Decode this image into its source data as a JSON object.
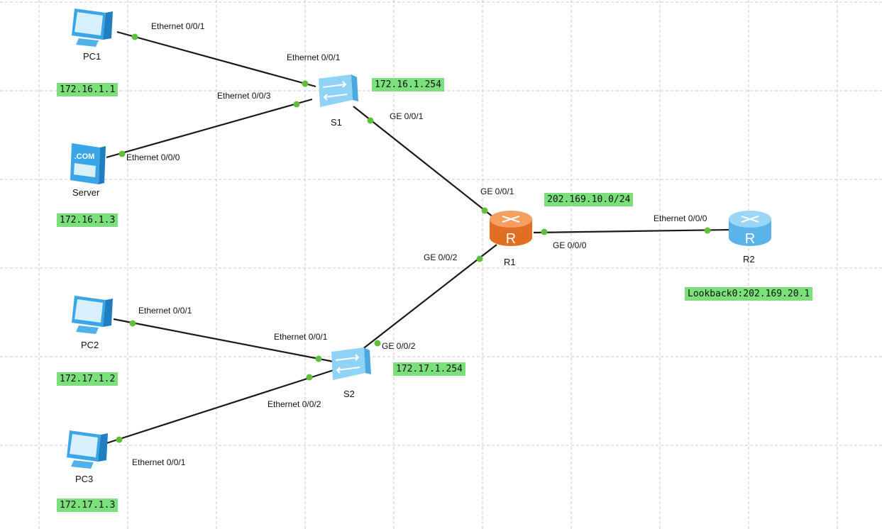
{
  "devices": {
    "pc1": {
      "name": "PC1",
      "ip": "172.16.1.1"
    },
    "server": {
      "name": "Server",
      "ip": "172.16.1.3",
      "icon_text": ".COM"
    },
    "s1": {
      "name": "S1",
      "ip": "172.16.1.254"
    },
    "r1": {
      "name": "R1",
      "ip": "202.169.10.0/24",
      "icon_text": "R"
    },
    "r2": {
      "name": "R2",
      "ip": "Lookback0:202.169.20.1",
      "icon_text": "R"
    },
    "pc2": {
      "name": "PC2",
      "ip": "172.17.1.2"
    },
    "s2": {
      "name": "S2",
      "ip": "172.17.1.254"
    },
    "pc3": {
      "name": "PC3",
      "ip": "172.17.1.3"
    }
  },
  "ports": {
    "pc1_eth": "Ethernet 0/0/1",
    "s1_eth1": "Ethernet 0/0/1",
    "s1_eth3": "Ethernet 0/0/3",
    "server_eth": "Ethernet 0/0/0",
    "s1_ge": "GE 0/0/1",
    "r1_ge1": "GE 0/0/1",
    "r1_ge0": "GE 0/0/0",
    "r2_eth": "Ethernet 0/0/0",
    "r1_ge2": "GE 0/0/2",
    "pc2_eth": "Ethernet 0/0/1",
    "s2_eth1": "Ethernet 0/0/1",
    "s2_ge": "GE 0/0/2",
    "s2_eth2": "Ethernet 0/0/2",
    "pc3_eth": "Ethernet 0/0/1"
  },
  "colors": {
    "ip_label_bg": "#7be07b",
    "port_dot": "#5fbf3a",
    "pc_blue": "#3aa6e8",
    "switch_blue": "#8fd3f7",
    "r1_orange": "#f08a3c",
    "r2_blue": "#7ec8f2"
  }
}
